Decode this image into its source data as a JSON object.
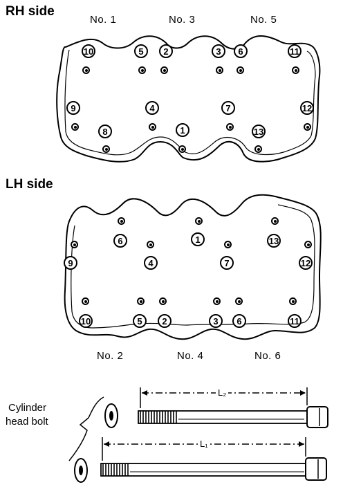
{
  "rh": {
    "title": "RH side",
    "cylinders": [
      "No. 1",
      "No. 3",
      "No. 5"
    ],
    "bolts": [
      "10",
      "5",
      "2",
      "3",
      "6",
      "11",
      "9",
      "4",
      "7",
      "12",
      "8",
      "1",
      "13"
    ]
  },
  "lh": {
    "title": "LH side",
    "cylinders": [
      "No. 2",
      "No. 4",
      "No. 6"
    ],
    "bolts": [
      "6",
      "1",
      "13",
      "9",
      "4",
      "7",
      "12",
      "10",
      "5",
      "2",
      "3",
      "6",
      "11"
    ]
  },
  "bolt_legend": {
    "label_line1": "Cylinder",
    "label_line2": "head bolt",
    "dim_long": "L₂",
    "dim_short": "L₁"
  }
}
